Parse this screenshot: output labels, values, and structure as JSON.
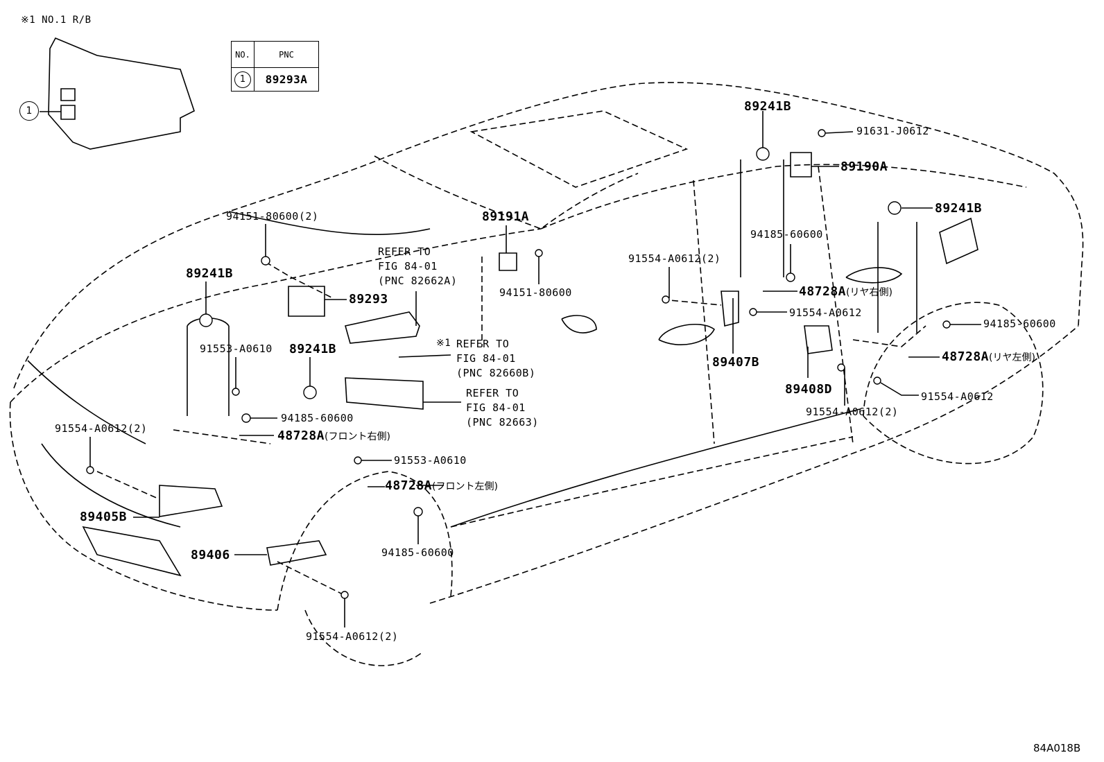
{
  "header_note": "※1 NO.1 R/B",
  "inset": {
    "callout": "1"
  },
  "table": {
    "col_no": "NO.",
    "col_pnc": "PNC",
    "rows": [
      {
        "no": "1",
        "pnc": "89293A"
      }
    ]
  },
  "labels": {
    "p89241B_top": "89241B",
    "p91631": "91631-J0612",
    "p89190A": "89190A",
    "p89241B_right": "89241B",
    "p94185_a": "94185-60600",
    "p48728A_rr_code": "48728A",
    "p48728A_rr_note": "(リヤ右側)",
    "p91554_a": "91554-A0612",
    "p94185_b": "94185-60600",
    "p48728A_rl_code": "48728A",
    "p48728A_rl_note": "(リヤ左側)",
    "p91554_b": "91554-A0612",
    "p91554_c": "91554-A0612(2)",
    "p89408D": "89408D",
    "p89407B": "89407B",
    "p91554_d": "91554-A0612(2)",
    "p94151_a": "94151-80600(2)",
    "p89191A": "89191A",
    "p94151_b": "94151-80600",
    "p89293": "89293",
    "p89241B_left": "89241B",
    "p91553_a": "91553-A0610",
    "p89241B_mid": "89241B",
    "p94185_c": "94185-60600",
    "p48728A_fr_code": "48728A",
    "p48728A_fr_note": "(フロント右側)",
    "p91554_e": "91554-A0612(2)",
    "p91553_b": "91553-A0610",
    "p48728A_fl_code": "48728A",
    "p48728A_fl_note": "(フロント左側)",
    "p89405B": "89405B",
    "p89406": "89406",
    "p94185_d": "94185-60600",
    "p91554_f": "91554-A0612(2)",
    "refer_1": "REFER TO\nFIG 84-01\n(PNC 82662A)",
    "refer_2_mark": "※1",
    "refer_2": "REFER TO\nFIG 84-01\n(PNC 82660B)",
    "refer_3": "REFER TO\nFIG 84-01\n(PNC 82663)",
    "figure_id": "84A018B"
  }
}
